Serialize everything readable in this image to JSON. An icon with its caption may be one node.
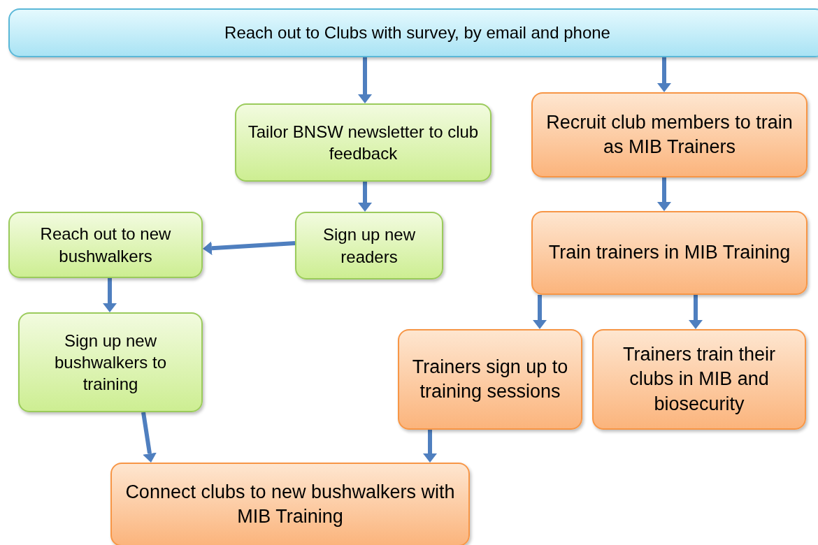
{
  "diagram": {
    "nodes": [
      {
        "text": [
          "Reach out to Clubs with survey, by email and phone"
        ]
      },
      {
        "text": [
          "Tailor BNSW newsletter to club feedback"
        ]
      },
      {
        "text": [
          "Recruit club members to train as MIB Trainers"
        ]
      },
      {
        "text": [
          "Reach out to new bushwalkers"
        ]
      },
      {
        "text": [
          "Sign up new readers"
        ]
      },
      {
        "text": [
          "Train trainers in MIB Training"
        ]
      },
      {
        "text": [
          "Sign up new bushwalkers to training"
        ]
      },
      {
        "text": [
          "Trainers sign up to training sessions"
        ]
      },
      {
        "text": [
          "Trainers train their clubs in MIB and biosecurity"
        ]
      },
      {
        "text": [
          "Connect clubs to new bushwalkers with MIB Training"
        ]
      }
    ],
    "edges": [
      {
        "from": 0,
        "to": 1,
        "arrow": "to"
      },
      {
        "from": 0,
        "to": 2,
        "arrow": "to"
      },
      {
        "from": 1,
        "to": 4,
        "arrow": "to"
      },
      {
        "from": 4,
        "to": 3,
        "arrow": "to"
      },
      {
        "from": 3,
        "to": 6,
        "arrow": "to"
      },
      {
        "from": 2,
        "to": 5,
        "arrow": "to"
      },
      {
        "from": 5,
        "to": 7,
        "arrow": "to"
      },
      {
        "from": 5,
        "to": 8,
        "arrow": "to"
      },
      {
        "from": 6,
        "to": 9,
        "arrow": "to"
      },
      {
        "from": 7,
        "to": 9,
        "arrow": "to"
      }
    ]
  }
}
